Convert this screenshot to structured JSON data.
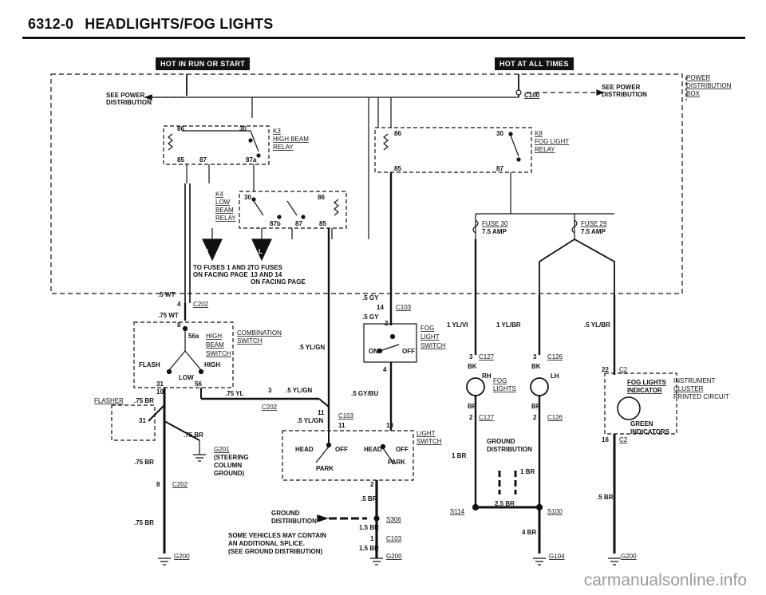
{
  "header": {
    "code": "6312-0",
    "title": "HEADLIGHTS/FOG LIGHTS"
  },
  "banners": {
    "left": "HOT IN RUN OR START",
    "right": "HOT AT ALL TIMES"
  },
  "labels": {
    "see_power_left_1": "SEE POWER",
    "see_power_left_2": "DISTRIBUTION",
    "see_power_right_1": "SEE POWER",
    "see_power_right_2": "DISTRIBUTION",
    "pdb_1": "POWER",
    "pdb_2": "DISTRIBUTION",
    "pdb_3": "BOX",
    "c100": "C100",
    "k3_1": "K3",
    "k3_2": "HIGH BEAM",
    "k3_3": "RELAY",
    "k4_1": "K4",
    "k4_2": "LOW",
    "k4_3": "BEAM",
    "k4_4": "RELAY",
    "k8_1": "K8",
    "k8_2": "FOG LIGHT",
    "k8_3": "RELAY",
    "fuse30": "FUSE 30",
    "fuse30_amp": "7.5 AMP",
    "fuse29": "FUSE 29",
    "fuse29_amp": "7.5 AMP",
    "to_fuses_h_1": "TO FUSES 1 AND 2",
    "to_fuses_h_2": "ON FACING PAGE",
    "to_fuses_l_1": "TO FUSES",
    "to_fuses_l_2": "13 AND 14",
    "to_fuses_l_3": "ON FACING PAGE",
    "conn_h": "H",
    "conn_l": "L",
    "w_5wt": ".5 WT",
    "c202_a": "C202",
    "w_75wt": ".75 WT",
    "combo_1": "COMBINATION",
    "combo_2": "SWITCH",
    "hbs_1": "HIGH",
    "hbs_2": "BEAM",
    "hbs_3": "SWITCH",
    "flash": "FLASH",
    "high": "HIGH",
    "low": "LOW",
    "flasher": "FLASHER",
    "w_75br_1": ".75 BR",
    "w_75yl": ".75 YL",
    "w_5ylgn_1": ".5 YL/GN",
    "w_5ylgn_2": ".5 YL/GN",
    "w_5ylgn_3": ".5 YL/GN",
    "c202_b": "C202",
    "c202_c": "C202",
    "w_75br_2": ".75 BR",
    "g201": "G201",
    "g201_2": "(STEERING",
    "g201_3": "COLUMN",
    "g201_4": "GROUND)",
    "w_75br_3": ".75 BR",
    "w_75br_4": ".75 BR",
    "g200_a": "G200",
    "w_5gy_1": ".5 GY",
    "c103_a": "C103",
    "w_5gy_2": ".5 GY",
    "fog_sw_1": "FOG",
    "fog_sw_2": "LIGHT",
    "fog_sw_3": "SWITCH",
    "on": "ON",
    "off": "OFF",
    "w_5gybu": ".5 GY/BU",
    "c103_b": "C103",
    "light_sw_1": "LIGHT",
    "light_sw_2": "SWITCH",
    "head_1": "HEAD",
    "off_1": "OFF",
    "head_2": "HEAD",
    "off_2": "OFF",
    "park_1": "PARK",
    "park_2": "PARK",
    "w_5br_1": ".5 BR",
    "gd_1": "GROUND",
    "gd_2": "DISTRIBUTION",
    "s306": "S306",
    "w_15br_1": "1.5 BR",
    "c103_c": "C103",
    "w_15br_2": "1.5 BR",
    "g200_b": "G200",
    "note_1": "SOME VEHICLES MAY CONTAIN",
    "note_2": "AN ADDITIONAL SPLICE.",
    "note_3": "(SEE GROUND DISTRIBUTION)",
    "w_1ylvi": "1 YL/VI",
    "w_1ylbr": "1 YL/BR",
    "w_5ylbr": ".5 YL/BR",
    "c127_a": "C127",
    "c126_a": "C126",
    "bk_1": "BK",
    "bk_2": "BK",
    "rh": "RH",
    "lh": "LH",
    "fog_lights_1": "FOG",
    "fog_lights_2": "LIGHTS",
    "br_1": "BR",
    "br_2": "BR",
    "c127_b": "C127",
    "c126_b": "C126",
    "gd2_1": "GROUND",
    "gd2_2": "DISTRIBUTION",
    "w_1br_1": "1 BR",
    "w_1br_2": "1 BR",
    "s114": "S114",
    "w_25br": "2.5 BR",
    "s100": "S100",
    "w_4br": "4 BR",
    "g104": "G104",
    "c2_a": "C2",
    "fog_ind_1": "FOG LIGHTS",
    "fog_ind_2": "INDICATOR",
    "green": "GREEN",
    "indicators": "INDICATORS",
    "c2_b": "C2",
    "ic_1": "INSTRUMENT",
    "ic_2": "CLUSTER",
    "ic_3": "PRINTED CIRCUIT",
    "w_5br_2": ".5 BR",
    "g200_c": "G200",
    "n_4": "4",
    "n_8": "8",
    "n_14": "14",
    "n_2a": "2",
    "n_4b": "4",
    "n_3": "3",
    "n_11a": "11",
    "n_11b": "11",
    "n_10a": "10",
    "n_10b": "10",
    "n_31a": "31",
    "n_31b": "31",
    "n_56": "56",
    "n_56a": "56a",
    "n_2b": "2",
    "n_1": "1",
    "n_8b": "8",
    "n_3a": "3",
    "n_3b": "3",
    "n_2c": "2",
    "n_2d": "2",
    "n_22": "22",
    "n_16": "16",
    "n_86a": "86",
    "n_30a": "30",
    "n_85a": "85",
    "n_87a": "87",
    "n_87b": "87a",
    "n_30b": "30",
    "n_86b": "86",
    "n_87c": "87b",
    "n_87d": "87",
    "n_85b": "85",
    "n_86c": "86",
    "n_30c": "30",
    "n_85c": "85",
    "n_87e": "87"
  },
  "watermark": "carmanualsonline.info",
  "colors": {
    "ink": "#111111",
    "banner_bg": "#111111",
    "watermark": "#9a9a9a"
  }
}
